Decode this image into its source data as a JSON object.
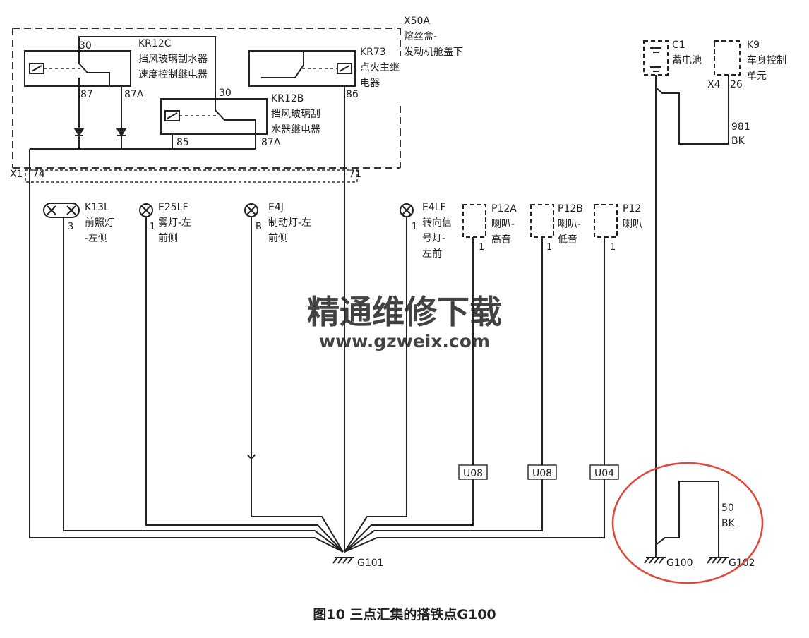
{
  "caption": "图10 三点汇集的搭铁点G100",
  "watermark": {
    "title": "精通维修下载",
    "url": "www.gzweix.com",
    "color": "#f3a57f"
  },
  "highlight_color": "#e0463a",
  "fuse_box": {
    "code": "X50A",
    "name_line1": "熔丝盒-",
    "name_line2": "发动机舱盖下"
  },
  "relays": {
    "kr12c": {
      "code": "KR12C",
      "line1": "挡风玻璃刮水器",
      "line2": "速度控制继电器",
      "pin_30": "30",
      "pin_87": "87",
      "pin_87a": "87A"
    },
    "kr73": {
      "code": "KR73",
      "line1": "点火主继",
      "line2": "电器",
      "pin_86": "86"
    },
    "kr12b": {
      "code": "KR12B",
      "line1": "挡风玻璃刮",
      "line2": "水器继电器",
      "pin_30": "30",
      "pin_85": "85",
      "pin_87a": "87A"
    }
  },
  "connector": {
    "code": "X1",
    "pin_74": "74",
    "pin_71": "71"
  },
  "components": {
    "k13l": {
      "code": "K13L",
      "line1": "前照灯",
      "line2": "-左侧",
      "pin": "3"
    },
    "e25lf": {
      "code": "E25LF",
      "line1": "雾灯-左",
      "line2": "前侧",
      "pin": "1"
    },
    "e4j": {
      "code": "E4J",
      "line1": "制动灯-左",
      "line2": "前侧",
      "pin": "B"
    },
    "e4lf": {
      "code": "E4LF",
      "line1": "转向信",
      "line2": "号灯-",
      "line3": "左前",
      "pin": "1"
    },
    "p12a": {
      "code": "P12A",
      "line1": "喇叭-",
      "line2": "高音",
      "pin": "1"
    },
    "p12b": {
      "code": "P12B",
      "line1": "喇叭-",
      "line2": "低音",
      "pin": "1"
    },
    "p12": {
      "code": "P12",
      "line1": "喇叭",
      "pin": "1"
    },
    "c1": {
      "code": "C1",
      "line1": "蓄电池"
    },
    "k9": {
      "code": "K9",
      "line1": "车身控制",
      "line2": "单元",
      "conn": "X4",
      "pin": "26"
    }
  },
  "splices": {
    "u08a": "U08",
    "u08b": "U08",
    "u04": "U04"
  },
  "wires": {
    "w981": {
      "circuit": "981",
      "color": "BK"
    },
    "w50": {
      "circuit": "50",
      "color": "BK"
    }
  },
  "grounds": {
    "g101": "G101",
    "g100": "G100",
    "g102": "G102"
  }
}
